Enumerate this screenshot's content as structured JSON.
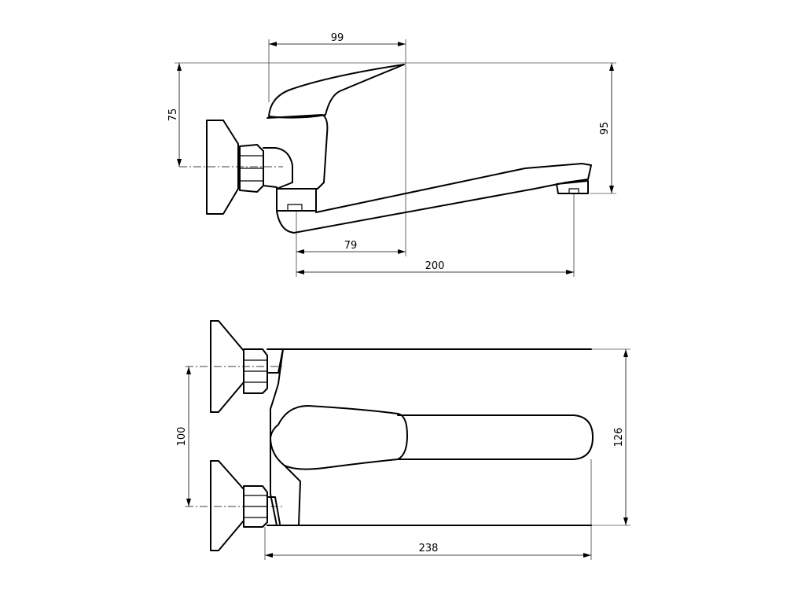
{
  "drawing": {
    "side_view": {
      "dims": {
        "handle_reach": "99",
        "height_to_axis": "75",
        "total_height": "95",
        "outlet_from_body": "79",
        "spout_projection": "200"
      }
    },
    "top_view": {
      "dims": {
        "inlet_spacing": "100",
        "depth": "126",
        "overall_length": "238"
      }
    }
  }
}
